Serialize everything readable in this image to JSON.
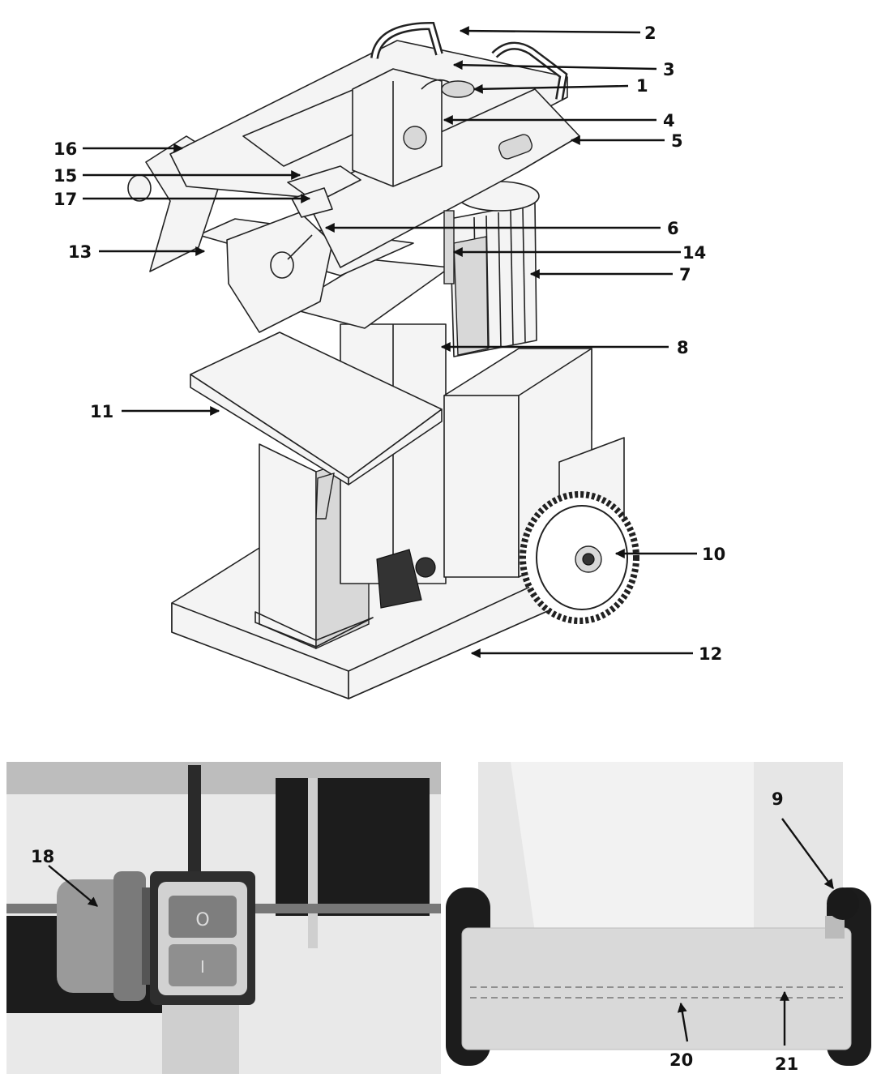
{
  "callouts": {
    "c1": "1",
    "c2": "2",
    "c3": "3",
    "c4": "4",
    "c5": "5",
    "c6": "6",
    "c7": "7",
    "c8": "8",
    "c9": "9",
    "c10": "10",
    "c11": "11",
    "c12": "12",
    "c13": "13",
    "c14": "14",
    "c15": "15",
    "c16": "16",
    "c17": "17",
    "c18": "18",
    "c20": "20",
    "c21": "21"
  },
  "switch": {
    "off_symbol": "O",
    "on_symbol": "I"
  },
  "colors": {
    "ink": "#111111",
    "photo_dark": "#1c1c1c",
    "photo_light": "#e9e9e9"
  }
}
